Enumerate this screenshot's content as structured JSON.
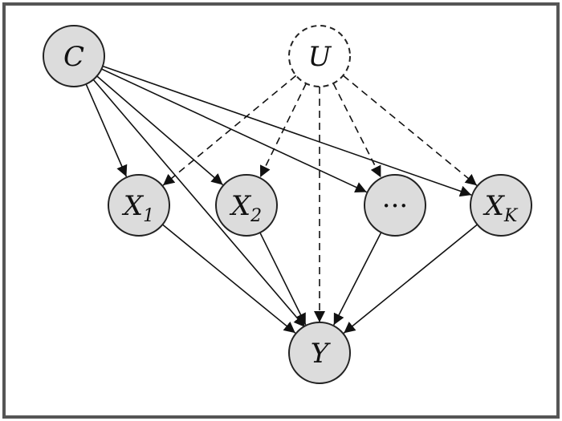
{
  "diagram": {
    "border_color": "#555555",
    "observed_fill": "#dcdcdc",
    "latent_fill": "#ffffff",
    "nodes": {
      "C": {
        "label": "C",
        "subscript": "",
        "type": "observed"
      },
      "U": {
        "label": "U",
        "subscript": "",
        "type": "latent"
      },
      "X1": {
        "label": "X",
        "subscript": "1",
        "type": "observed"
      },
      "X2": {
        "label": "X",
        "subscript": "2",
        "type": "observed"
      },
      "Xdots": {
        "label": "···",
        "subscript": "",
        "type": "observed"
      },
      "XK": {
        "label": "X",
        "subscript": "K",
        "type": "observed"
      },
      "Y": {
        "label": "Y",
        "subscript": "",
        "type": "observed"
      }
    },
    "edges": [
      {
        "from": "C",
        "to": "X1",
        "style": "solid"
      },
      {
        "from": "C",
        "to": "X2",
        "style": "solid"
      },
      {
        "from": "C",
        "to": "Xdots",
        "style": "solid"
      },
      {
        "from": "C",
        "to": "XK",
        "style": "solid"
      },
      {
        "from": "C",
        "to": "Y",
        "style": "solid"
      },
      {
        "from": "U",
        "to": "X1",
        "style": "dashed"
      },
      {
        "from": "U",
        "to": "X2",
        "style": "dashed"
      },
      {
        "from": "U",
        "to": "Xdots",
        "style": "dashed"
      },
      {
        "from": "U",
        "to": "XK",
        "style": "dashed"
      },
      {
        "from": "U",
        "to": "Y",
        "style": "dashed"
      },
      {
        "from": "X1",
        "to": "Y",
        "style": "solid"
      },
      {
        "from": "X2",
        "to": "Y",
        "style": "solid"
      },
      {
        "from": "Xdots",
        "to": "Y",
        "style": "solid"
      },
      {
        "from": "XK",
        "to": "Y",
        "style": "solid"
      }
    ]
  }
}
